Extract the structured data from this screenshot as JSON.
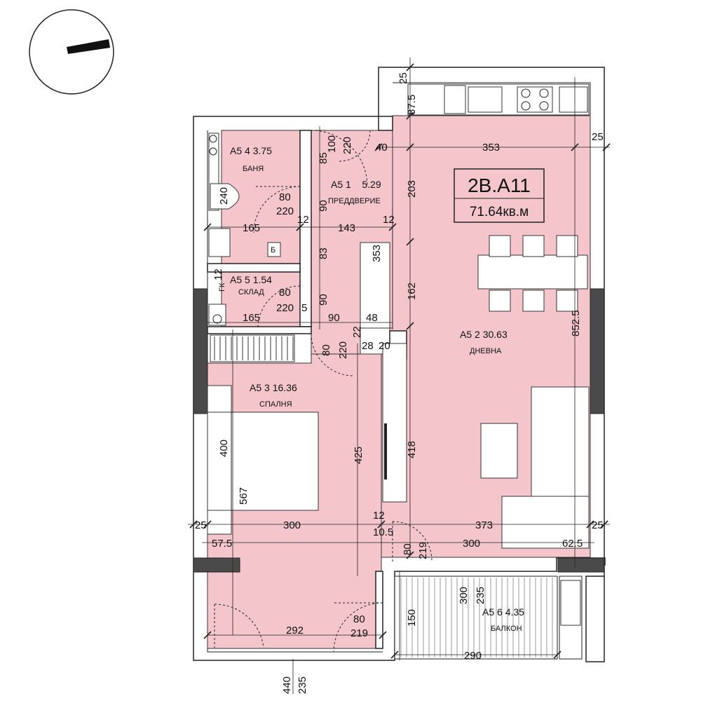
{
  "unit": {
    "code": "2B.A11",
    "area": "71.64кв.м"
  },
  "rooms": [
    {
      "id": "bath",
      "label": "А5 4 3.75",
      "name": "БАНЯ"
    },
    {
      "id": "hall",
      "label": "А5 1    5.29",
      "name": "ПРЕДДВЕРИЕ"
    },
    {
      "id": "storage",
      "label": "А5 5 1.54",
      "name": "СКЛАД"
    },
    {
      "id": "living",
      "label": "А5 2 30.63",
      "name": "ДНЕВНА"
    },
    {
      "id": "bedroom",
      "label": "А5 3 16.36",
      "name": "СПАЛНЯ"
    },
    {
      "id": "balcony",
      "label": "А5 6 4.35",
      "name": "БАЛКОН"
    }
  ],
  "dimensions": {
    "d25_top": "25",
    "d87_5": "87.5",
    "d40": "40",
    "d353_h": "353",
    "d25_right": "25",
    "d100": "100",
    "d220_door": "220",
    "d85": "85",
    "d203": "203",
    "d80_bath": "80",
    "d220_bath": "220",
    "d240": "240",
    "d90_hall": "90",
    "d165_a": "165",
    "d12_a": "12",
    "d143": "143",
    "d12_b": "12",
    "d83": "83",
    "d353_v": "353",
    "d162": "162",
    "d12_c": "12",
    "d80_st": "80",
    "d220_st": "220",
    "d5": "5",
    "d90_st": "90",
    "d165_b": "165",
    "d90_b": "90",
    "d48": "48",
    "d22": "22",
    "d80_bed": "80",
    "d220_bed": "220",
    "d28": "28",
    "d20": "20",
    "d852_5": "852.5",
    "d400": "400",
    "d425": "425",
    "d418": "418",
    "d567": "567",
    "d25_l": "25",
    "d300_a": "300",
    "d12_d": "12",
    "d373": "373",
    "d25_r": "25",
    "d57_5": "57.5",
    "d10_5": "10.5",
    "d300_b": "300",
    "d62_5": "62.5",
    "d80_bal": "80",
    "d219_a": "219",
    "d300_c": "300",
    "d235_a": "235",
    "d150": "150",
    "d292": "292",
    "d80_bot": "80",
    "d219_b": "219",
    "d290": "290",
    "d440": "440",
    "d235_b": "235",
    "gk": "ГК",
    "b": "Б"
  }
}
